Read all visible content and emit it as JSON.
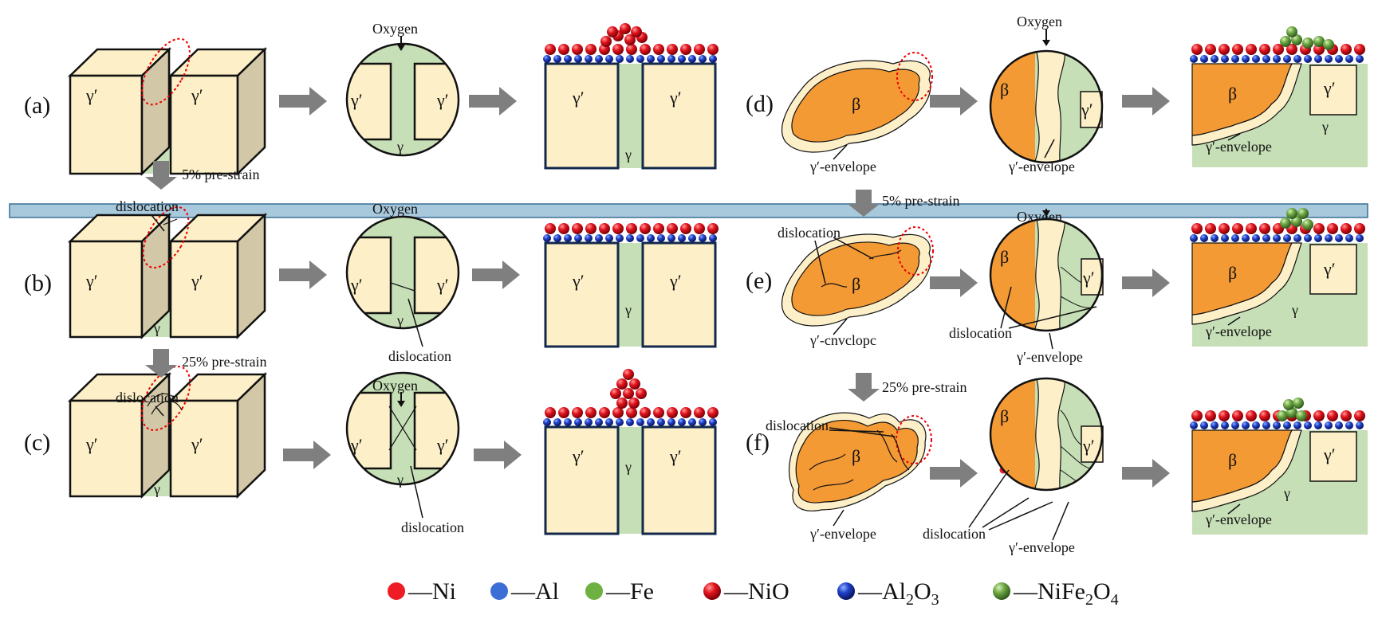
{
  "labels": {
    "oxygen": "Oxygen",
    "gamma_prime": "γ′",
    "gamma": "γ",
    "beta": "β",
    "envelope": "γ′-envelope",
    "envelope_typo": "γ′-cnvclopc",
    "dislocation": "dislocation"
  },
  "panels": [
    "(a)",
    "(b)",
    "(c)",
    "(d)",
    "(e)",
    "(f)"
  ],
  "strains": {
    "left_5": "5% pre-strain",
    "left_25": "25% pre-strain",
    "right_5": "5% pre-strain",
    "right_25": "25% pre-strain"
  },
  "legend": [
    {
      "name": "Ni",
      "label": "—Ni",
      "color": "#ee1c25",
      "style": "flat"
    },
    {
      "name": "Al",
      "label": "—Al",
      "color": "#3b6fd6",
      "style": "flat"
    },
    {
      "name": "Fe",
      "label": "—Fe",
      "color": "#6fb043",
      "style": "flat"
    },
    {
      "name": "NiO",
      "label": "—NiO",
      "color": "#e3141d",
      "style": "shaded"
    },
    {
      "name": "Al2O3",
      "label_main": "—Al",
      "sub1": "2",
      "mid": "O",
      "sub2": "3",
      "color": "#1e40c8",
      "style": "shaded"
    },
    {
      "name": "NiFe2O4",
      "label_main": "—NiFe",
      "sub1": "2",
      "mid": "O",
      "sub2": "4",
      "color": "#5a9a3a",
      "style": "shaded"
    }
  ],
  "colors": {
    "gamma_prime_fill": "#fdf0c8",
    "gamma_fill": "#c6dfb6",
    "beta_fill": "#f49a35",
    "side_fill": "#d2c7a6",
    "band": "#a8c8dc",
    "arrow": "#7f7f7f"
  }
}
